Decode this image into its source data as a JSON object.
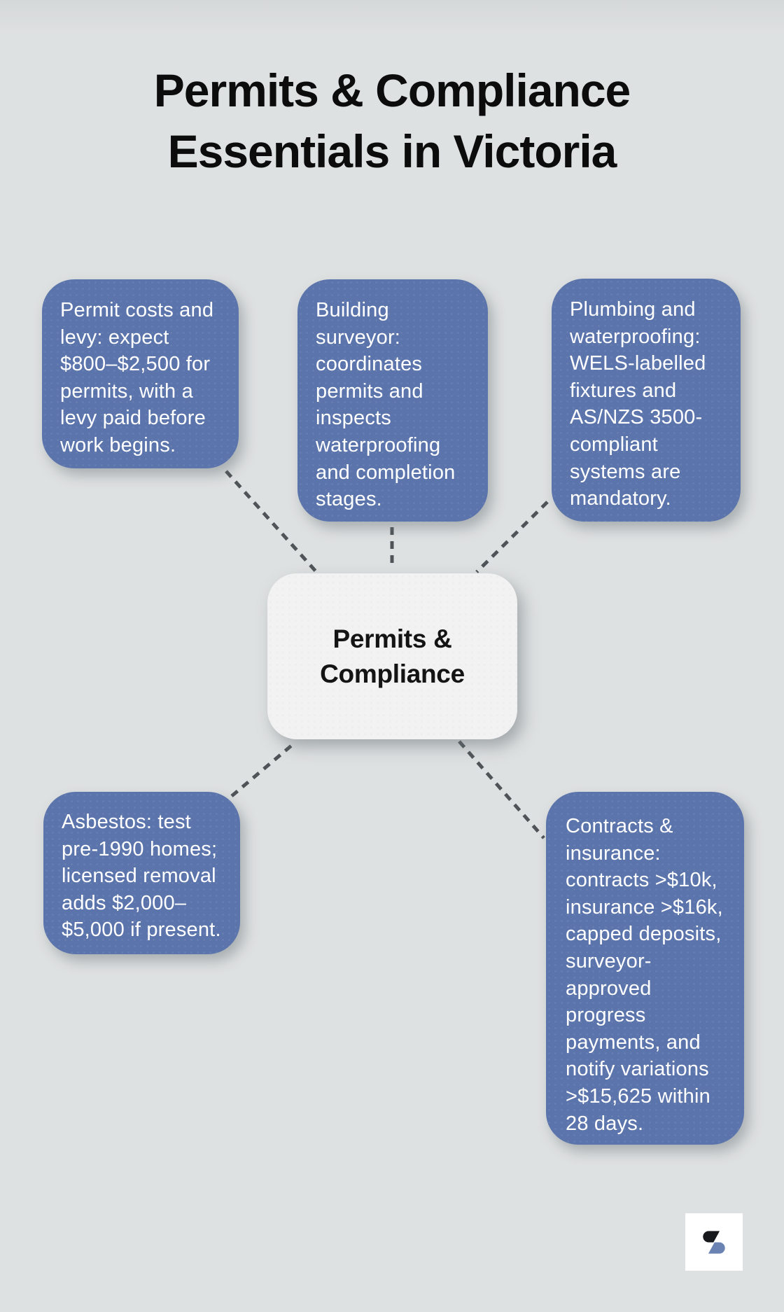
{
  "title": {
    "line1": "Permits & Compliance",
    "line2": "Essentials in Victoria"
  },
  "diagram": {
    "center_label": "Permits & Compliance",
    "nodes": [
      {
        "id": "permit-costs",
        "text": "Permit costs and levy: expect $800–$2,500 for permits, with a levy paid before work begins."
      },
      {
        "id": "building-surveyor",
        "text": "Building surveyor: coordinates permits and inspects waterproofing and completion stages."
      },
      {
        "id": "plumbing-waterproofing",
        "text": "Plumbing and waterproofing: WELS-labelled fixtures and AS/NZS 3500-compliant systems are mandatory."
      },
      {
        "id": "asbestos",
        "text": "Asbestos: test pre-1990 homes; licensed removal adds $2,000–$5,000 if present."
      },
      {
        "id": "contracts-insurance",
        "text": "Contracts & insurance: contracts >$10k, insurance >$16k, capped deposits, surveyor-approved progress payments, and notify variations >$15,625 within 28 days."
      }
    ]
  },
  "logo": {
    "icon": "s-logo"
  },
  "colors": {
    "page_bg": "#dee1e1",
    "title_text": "#0c0c0d",
    "node_fill": "#5b75ac",
    "node_text": "#ffffff",
    "center_fill": "#f1f2f1",
    "center_text": "#141414",
    "connector": "#4e5458",
    "logo_tile_bg": "#ffffff",
    "logo_dark": "#17181c",
    "logo_blue": "#6b83b2"
  }
}
